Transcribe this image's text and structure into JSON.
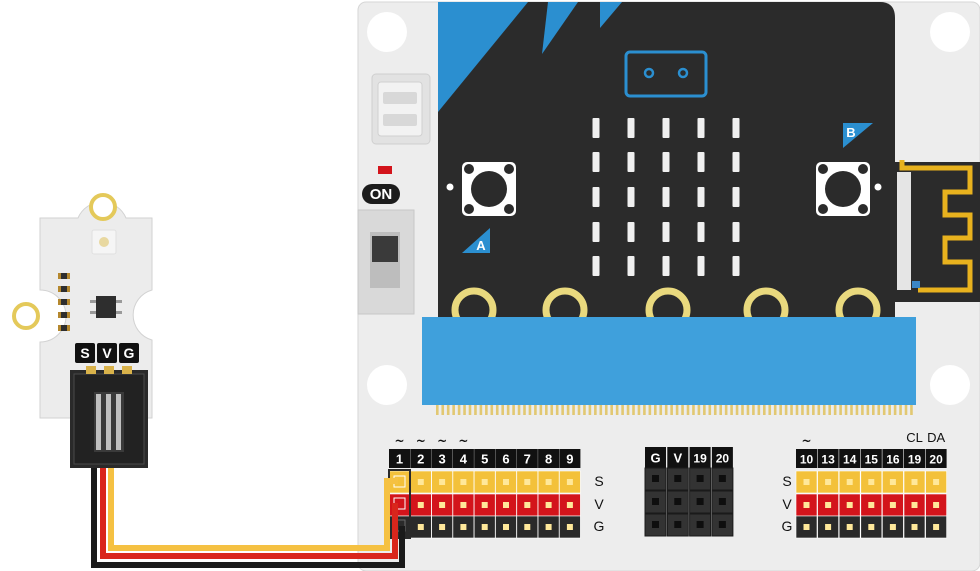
{
  "board": {
    "on_label": "ON",
    "button_a_label": "A",
    "button_b_label": "B",
    "led_rows": 5,
    "led_cols": 5
  },
  "module": {
    "pin_labels": [
      "S",
      "V",
      "G"
    ]
  },
  "headers": {
    "left": {
      "pins": [
        "1",
        "2",
        "3",
        "4",
        "5",
        "6",
        "7",
        "8",
        "9"
      ],
      "tilde_pins": [
        "1",
        "2",
        "3",
        "4"
      ]
    },
    "middle": {
      "pins": [
        "G",
        "V",
        "19",
        "20"
      ]
    },
    "right": {
      "pins": [
        "10",
        "13",
        "14",
        "15",
        "16",
        "19",
        "20"
      ],
      "tilde_pins": [
        "10"
      ],
      "top_labels": [
        "CL",
        "DA"
      ]
    },
    "row_labels": [
      "S",
      "V",
      "G"
    ]
  },
  "colors": {
    "board_bg": "#ededed",
    "microbit": "#2b2b2b",
    "accent_blue": "#2b8fd0",
    "edge_connector": "#3fa0dc",
    "gold": "#e9d97e",
    "pin_s": "#f3c13a",
    "pin_v": "#d3141b",
    "pin_g": "#2a2a2a",
    "wire_yellow": "#f5c142",
    "wire_red": "#d9261c",
    "wire_black": "#1a1a1a",
    "module_bg": "#ececec"
  }
}
